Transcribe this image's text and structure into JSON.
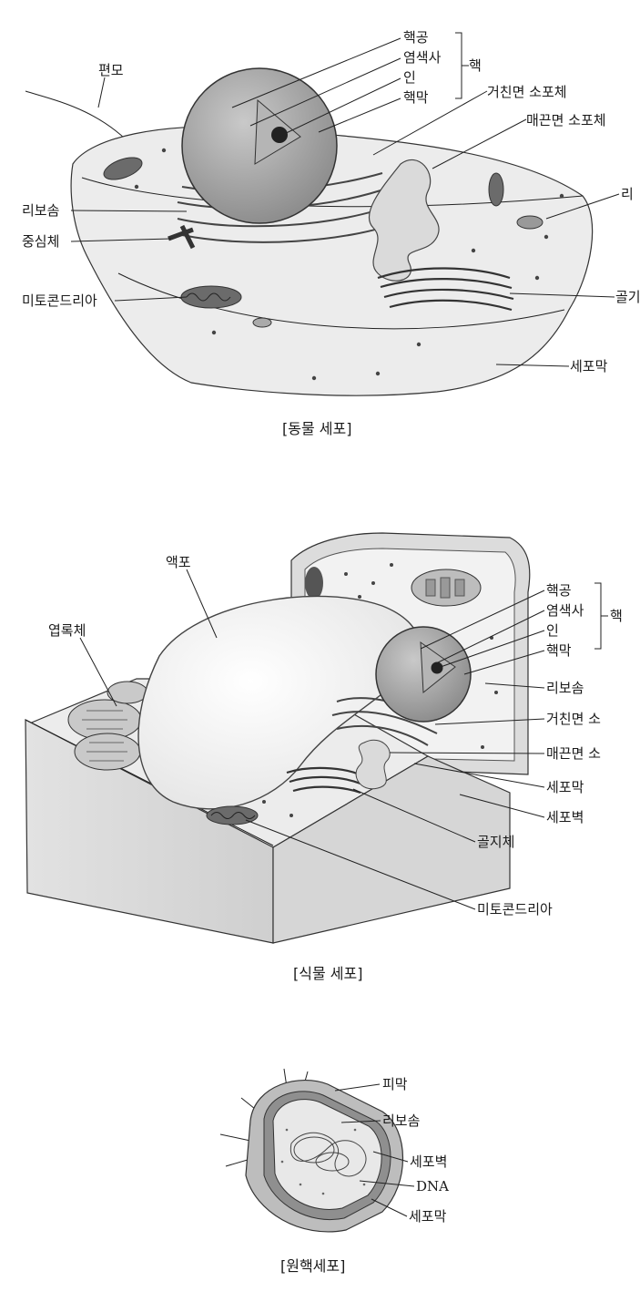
{
  "animal": {
    "caption": "[동물 세포]",
    "nucleus_group": "핵",
    "labels": {
      "flagellum": "편모",
      "nuclear_pore": "핵공",
      "chromatin": "염색사",
      "nucleolus": "인",
      "nuclear_envelope": "핵막",
      "rough_er": "거친면 소포체",
      "smooth_er": "매끈면 소포체",
      "lysosome_cut": "리",
      "ribosome": "리보솜",
      "centrosome": "중심체",
      "mitochondria": "미토콘드리아",
      "golgi_cut": "골기",
      "cell_membrane": "세포막"
    }
  },
  "plant": {
    "caption": "[식물 세포]",
    "nucleus_group": "핵",
    "labels": {
      "vacuole": "액포",
      "chloroplast": "엽록체",
      "nuclear_pore": "핵공",
      "chromatin": "염색사",
      "nucleolus": "인",
      "nuclear_envelope": "핵막",
      "ribosome": "리보솜",
      "rough_er_cut": "거친면 소",
      "smooth_er_cut": "매끈면 소",
      "cell_membrane": "세포막",
      "cell_wall": "세포벽",
      "golgi": "골지체",
      "mitochondria": "미토콘드리아"
    }
  },
  "prokaryote": {
    "caption": "[원핵세포]",
    "labels": {
      "pilus": "피막",
      "ribosome": "리보솜",
      "cell_wall": "세포벽",
      "dna": "DNA",
      "cell_membrane": "세포막"
    }
  }
}
